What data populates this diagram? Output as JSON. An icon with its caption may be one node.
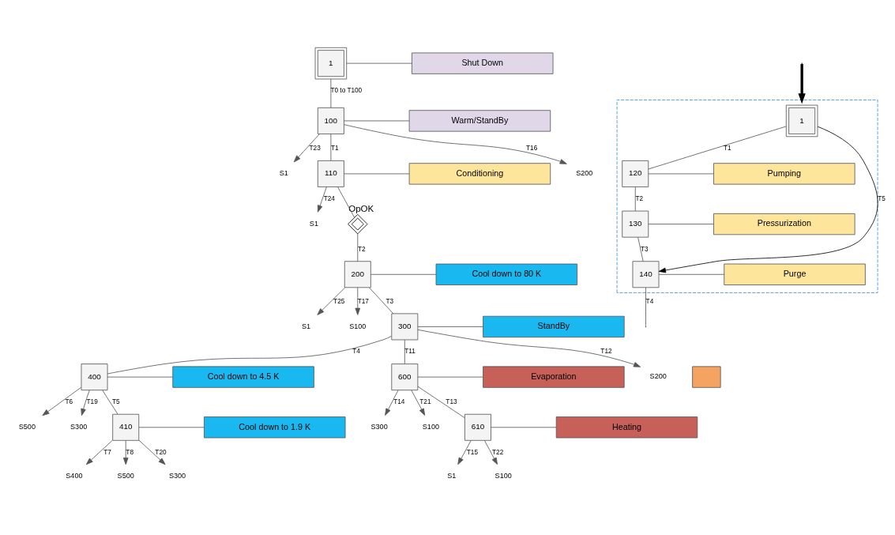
{
  "diagram": {
    "nodes": [
      {
        "text": [
          "1"
        ]
      },
      {
        "text": [
          "Shut Down"
        ]
      },
      {
        "text": [
          "100"
        ]
      },
      {
        "text": [
          "Warm/StandBy"
        ]
      },
      {
        "text": [
          "S1"
        ]
      },
      {
        "text": [
          "110"
        ]
      },
      {
        "text": [
          "Conditioning"
        ]
      },
      {
        "text": [
          "S200"
        ]
      },
      {
        "text": [
          "S1"
        ]
      },
      {
        "text": [],
        "shape": "diamond",
        "beside": [
          "OpOK"
        ]
      },
      {
        "text": [
          "200"
        ]
      },
      {
        "text": [
          "Cool down to 80 K"
        ]
      },
      {
        "text": [
          "S1"
        ]
      },
      {
        "text": [
          "S100"
        ]
      },
      {
        "text": [
          "300"
        ]
      },
      {
        "text": [
          "StandBy"
        ]
      },
      {
        "text": [],
        "shape": "box"
      },
      {
        "text": [
          "400"
        ]
      },
      {
        "text": [
          "Cool down to 4.5 K"
        ]
      },
      {
        "text": [
          "600"
        ]
      },
      {
        "text": [
          "Evaporation"
        ]
      },
      {
        "text": [
          "S200"
        ]
      },
      {
        "text": [
          "S500"
        ]
      },
      {
        "text": [
          "S300"
        ]
      },
      {
        "text": [
          "410"
        ]
      },
      {
        "text": [
          "Cool down to 1.9 K"
        ]
      },
      {
        "text": [
          "S300"
        ]
      },
      {
        "text": [
          "S100"
        ]
      },
      {
        "text": [
          "610"
        ]
      },
      {
        "text": [
          "Heating"
        ]
      },
      {
        "text": [
          "S400"
        ]
      },
      {
        "text": [
          "S500"
        ]
      },
      {
        "text": [
          "S300"
        ]
      },
      {
        "text": [
          "S1"
        ]
      },
      {
        "text": [
          "S100"
        ]
      },
      {
        "text": [],
        "shape": "box"
      },
      {
        "text": [
          "1"
        ],
        "in": 35
      },
      {
        "text": [
          "120"
        ],
        "in": 35
      },
      {
        "text": [
          "Pumping"
        ],
        "in": 35
      },
      {
        "text": [
          "130"
        ],
        "in": 35
      },
      {
        "text": [
          "Pressurization"
        ],
        "in": 35
      },
      {
        "text": [
          "140"
        ],
        "in": 35
      },
      {
        "text": [
          "Purge"
        ],
        "in": 35
      }
    ],
    "edges": [
      {
        "from": 0,
        "to": 1,
        "arrow": "none"
      },
      {
        "from": 0,
        "to": 2,
        "arrow": "none",
        "label": "T0 to T100"
      },
      {
        "from": 2,
        "to": 3,
        "arrow": "none"
      },
      {
        "from": 2,
        "to": 4,
        "arrow": "to",
        "label": "T23"
      },
      {
        "from": 2,
        "to": 5,
        "arrow": "none",
        "label": "T1"
      },
      {
        "from": 2,
        "to": 7,
        "arrow": "to",
        "label": "T16"
      },
      {
        "from": 5,
        "to": 6,
        "arrow": "none"
      },
      {
        "from": 5,
        "to": 8,
        "arrow": "to",
        "label": "T24"
      },
      {
        "from": 5,
        "to": 9,
        "arrow": "none"
      },
      {
        "from": 9,
        "to": 10,
        "arrow": "none",
        "label": "T2"
      },
      {
        "from": 10,
        "to": 11,
        "arrow": "none"
      },
      {
        "from": 10,
        "to": 12,
        "arrow": "to",
        "label": "T25"
      },
      {
        "from": 10,
        "to": 14,
        "arrow": "none",
        "label": "T3"
      },
      {
        "from": 10,
        "to": 13,
        "arrow": "to",
        "label": "T17"
      },
      {
        "from": 14,
        "to": 15,
        "arrow": "none"
      },
      {
        "from": 14,
        "to": 17,
        "arrow": "none",
        "label": "T4"
      },
      {
        "from": 14,
        "to": 19,
        "arrow": "none",
        "label": "T11"
      },
      {
        "from": 14,
        "to": 21,
        "arrow": "to",
        "label": "T12"
      },
      {
        "from": 17,
        "to": 18,
        "arrow": "none"
      },
      {
        "from": 17,
        "to": 24,
        "arrow": "none",
        "label": "T5"
      },
      {
        "from": 17,
        "to": 22,
        "arrow": "to",
        "label": "T6"
      },
      {
        "from": 17,
        "to": 23,
        "arrow": "to",
        "label": "T19"
      },
      {
        "from": 19,
        "to": 20,
        "arrow": "none"
      },
      {
        "from": 19,
        "to": 28,
        "arrow": "none",
        "label": "T13"
      },
      {
        "from": 19,
        "to": 26,
        "arrow": "to",
        "label": "T14"
      },
      {
        "from": 19,
        "to": 27,
        "arrow": "to",
        "label": "T21"
      },
      {
        "from": 24,
        "to": 25,
        "arrow": "none"
      },
      {
        "from": 24,
        "to": 30,
        "arrow": "to",
        "label": "T7"
      },
      {
        "from": 24,
        "to": 31,
        "arrow": "to",
        "label": "T8"
      },
      {
        "from": 24,
        "to": 32,
        "arrow": "to",
        "label": "T20"
      },
      {
        "from": 28,
        "to": 29,
        "arrow": "none"
      },
      {
        "from": 28,
        "to": 33,
        "arrow": "to",
        "label": "T15"
      },
      {
        "from": 28,
        "to": 34,
        "arrow": "to",
        "label": "T22"
      },
      {
        "from": null,
        "to": 35,
        "arrow": "to",
        "style": "thick",
        "color": "#000000"
      },
      {
        "from": 36,
        "to": 37,
        "arrow": "none",
        "label": "T1"
      },
      {
        "from": 36,
        "to": 41,
        "arrow": "to",
        "label": "T5",
        "color": "#000000"
      },
      {
        "from": 37,
        "to": 38,
        "arrow": "none"
      },
      {
        "from": 37,
        "to": 39,
        "arrow": "none",
        "label": "T2"
      },
      {
        "from": 39,
        "to": 40,
        "arrow": "none"
      },
      {
        "from": 39,
        "to": 41,
        "arrow": "none",
        "label": "T3"
      },
      {
        "from": 41,
        "to": 42,
        "arrow": "none"
      },
      {
        "from": 41,
        "to": null,
        "arrow": "none",
        "label": "T4"
      }
    ]
  }
}
